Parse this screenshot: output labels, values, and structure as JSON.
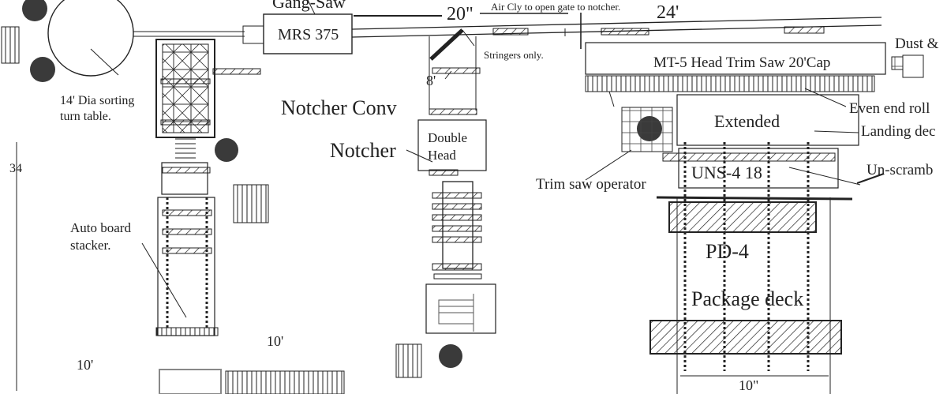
{
  "labels": {
    "gang_saw": "Gang-Saw",
    "mrs": "MRS 375",
    "dim_20": "20\"",
    "air_cly": "Air Cly to open gate to notcher.",
    "dim_24": "24'",
    "dust": "Dust &",
    "stringers": "Stringers only.",
    "mt5": "MT-5 Head Trim Saw 20'Cap",
    "sort_table_1": "14' Dia sorting",
    "sort_table_2": "turn table.",
    "dim_8": "8'",
    "notcher_conv": "Notcher Conv",
    "even_end": "Even end roll",
    "extended": "Extended",
    "landing": "Landing dec",
    "dim_34": "34",
    "notcher": "Notcher",
    "double_1": "Double",
    "double_2": "Head",
    "trim_operator": "Trim saw operator",
    "uns4": "UNS-4 18",
    "unscramb": "Un-scramb",
    "auto_1": "Auto board",
    "auto_2": "stacker.",
    "pd4": "PD-4",
    "package_deck": "Package deck",
    "dim_10_mid": "10'",
    "dim_10_left": "10'",
    "dim_10_bottom": "10\""
  },
  "colors": {
    "ink": "#222222",
    "operator": "#3a3a3a",
    "faint": "#9a9a9a"
  }
}
